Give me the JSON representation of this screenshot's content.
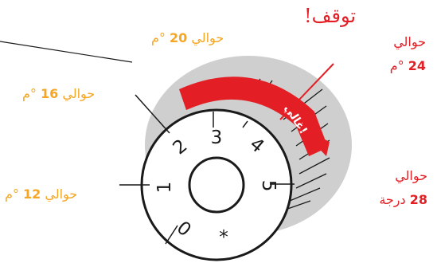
{
  "warning": {
    "stop_text": "توقف!",
    "arc_text": "غالي!"
  },
  "labels": {
    "t20": {
      "prefix": "حوالي",
      "value": "20",
      "unit": "°م"
    },
    "t16": {
      "prefix": "حوالي",
      "value": "16",
      "unit": "°م"
    },
    "t12": {
      "prefix": "حوالي",
      "value": "12",
      "unit": "°م"
    },
    "t24": {
      "prefix": "حوالي",
      "value": "24",
      "unit": "°م"
    },
    "t28": {
      "prefix": "حوالي",
      "value": "28",
      "unit": "درجة"
    }
  },
  "dial": {
    "numbers": [
      "1",
      "2",
      "3",
      "4",
      "5",
      "0",
      "*"
    ]
  },
  "colors": {
    "accent_orange": "#f5a623",
    "warning_red": "#e31e24",
    "shadow_gray": "#cfcfcf",
    "ink": "#1a1a1a"
  }
}
